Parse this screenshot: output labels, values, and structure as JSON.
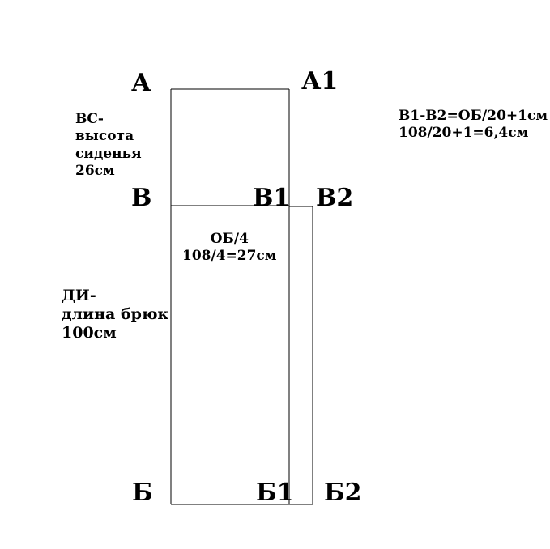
{
  "points": {
    "A": "А",
    "A1": "А1",
    "V": "В",
    "V1": "В1",
    "V2": "В2",
    "B": "Б",
    "B1": "Б1",
    "B2": "Б2"
  },
  "annotations": {
    "seat_height": [
      "ВС-",
      "высота",
      "сиденья",
      "26см"
    ],
    "trouser_length": [
      "ДИ-",
      "длина брюк",
      "100см"
    ],
    "hip_quarter": [
      "ОБ/4",
      "108/4=27см"
    ],
    "v1_v2_formula": [
      "В1-В2=ОБ/20+1см",
      "108/20+1=6,4см"
    ]
  }
}
